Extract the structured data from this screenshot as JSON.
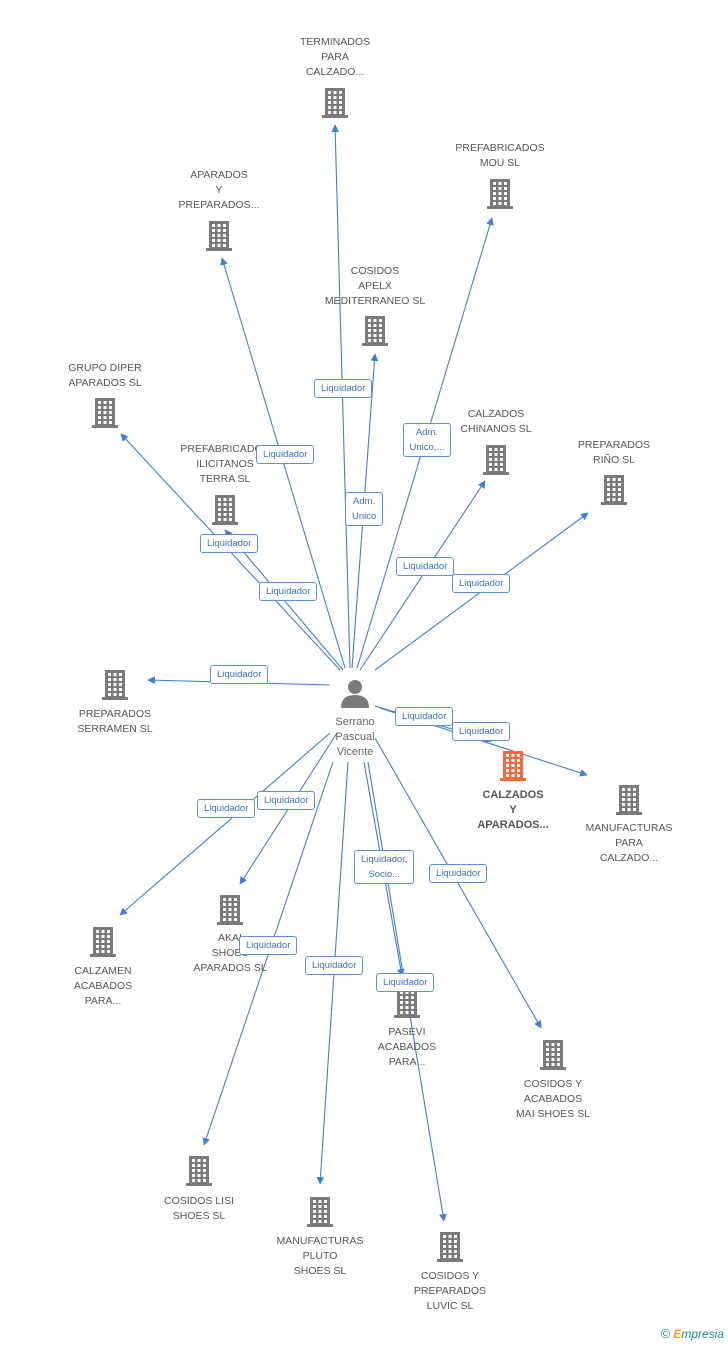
{
  "colors": {
    "edge": "#3d7fd6",
    "building": "#7a7a7a",
    "building_focus": "#f06a3c",
    "person": "#7a7a7a"
  },
  "person": {
    "lines": [
      "Serrano",
      "Pascual",
      "Vicente"
    ],
    "icon": "person-icon"
  },
  "companies": [
    {
      "id": "terminados",
      "lines": [
        "TERMINADOS",
        "PARA",
        "CALZADO..."
      ],
      "focus": false
    },
    {
      "id": "prefabricados-mou",
      "lines": [
        "PREFABRICADOS",
        "MOU SL"
      ],
      "focus": false
    },
    {
      "id": "aparados-preparados",
      "lines": [
        "APARADOS",
        "Y",
        "PREPARADOS..."
      ],
      "focus": false
    },
    {
      "id": "cosidos-apelx",
      "lines": [
        "COSIDOS",
        "APELX",
        "MEDITERRANEO SL"
      ],
      "focus": false
    },
    {
      "id": "grupo-diper",
      "lines": [
        "GRUPO DIPER",
        "APARADOS SL"
      ],
      "focus": false
    },
    {
      "id": "calzados-chinanos",
      "lines": [
        "CALZADOS",
        "CHINANOS SL"
      ],
      "focus": false
    },
    {
      "id": "preparados-rino",
      "lines": [
        "PREPARADOS",
        "RIÑO SL"
      ],
      "focus": false
    },
    {
      "id": "prefabricados-ilicitanos",
      "lines": [
        "PREFABRICADOS",
        "ILICITANOS",
        "TERRA SL"
      ],
      "focus": false
    },
    {
      "id": "preparados-serramen",
      "lines": [
        "PREPARADOS",
        "SERRAMEN SL"
      ],
      "focus": false
    },
    {
      "id": "calzados-aparados",
      "lines": [
        "CALZADOS",
        "Y",
        "APARADOS..."
      ],
      "focus": true
    },
    {
      "id": "manufacturas-calzado",
      "lines": [
        "MANUFACTURAS",
        "PARA",
        "CALZADO..."
      ],
      "focus": false
    },
    {
      "id": "calzamen",
      "lines": [
        "CALZAMEN",
        "ACABADOS",
        "PARA..."
      ],
      "focus": false
    },
    {
      "id": "akai",
      "lines": [
        "AKAI",
        "SHOES",
        "APARADOS SL"
      ],
      "focus": false
    },
    {
      "id": "pasevi",
      "lines": [
        "PASEVI",
        "ACABADOS",
        "PARA..."
      ],
      "focus": false
    },
    {
      "id": "cosidos-mai",
      "lines": [
        "COSIDOS Y",
        "ACABADOS",
        "MAI SHOES SL"
      ],
      "focus": false
    },
    {
      "id": "cosidos-lisi",
      "lines": [
        "COSIDOS LISI",
        "SHOES SL"
      ],
      "focus": false
    },
    {
      "id": "manufacturas-pluto",
      "lines": [
        "MANUFACTURAS",
        "PLUTO",
        "SHOES SL"
      ],
      "focus": false
    },
    {
      "id": "cosidos-luvic",
      "lines": [
        "COSIDOS Y",
        "PREPARADOS",
        "LUVIC SL"
      ],
      "focus": false
    }
  ],
  "relations": [
    {
      "to": "terminados",
      "lines": [
        "Liquidador"
      ]
    },
    {
      "to": "prefabricados-mou",
      "lines": [
        "Adm.",
        "Unico,..."
      ]
    },
    {
      "to": "aparados-preparados",
      "lines": [
        "Liquidador"
      ]
    },
    {
      "to": "cosidos-apelx",
      "lines": [
        "Adm.",
        "Unico"
      ]
    },
    {
      "to": "grupo-diper",
      "lines": [
        "Liquidador"
      ]
    },
    {
      "to": "calzados-chinanos",
      "lines": [
        "Liquidador"
      ]
    },
    {
      "to": "preparados-rino",
      "lines": [
        "Liquidador"
      ]
    },
    {
      "to": "prefabricados-ilicitanos",
      "lines": [
        "Liquidador"
      ]
    },
    {
      "to": "preparados-serramen",
      "lines": [
        "Liquidador"
      ]
    },
    {
      "to": "calzados-aparados",
      "lines": [
        "Liquidador"
      ]
    },
    {
      "to": "manufacturas-calzado",
      "lines": [
        "Liquidador"
      ]
    },
    {
      "to": "calzamen",
      "lines": [
        "Liquidador"
      ]
    },
    {
      "to": "akai",
      "lines": [
        "Liquidador"
      ]
    },
    {
      "to": "pasevi",
      "lines": [
        "Liquidador,",
        "Socio..."
      ]
    },
    {
      "to": "cosidos-mai",
      "lines": [
        "Liquidador"
      ]
    },
    {
      "to": "cosidos-lisi",
      "lines": [
        "Liquidador"
      ]
    },
    {
      "to": "manufacturas-pluto",
      "lines": [
        "Liquidador"
      ]
    },
    {
      "to": "cosidos-luvic",
      "lines": [
        "Liquidador"
      ]
    }
  ],
  "watermark": {
    "symbol": "©",
    "brand_initial": "E",
    "brand_rest": "mpresia"
  }
}
